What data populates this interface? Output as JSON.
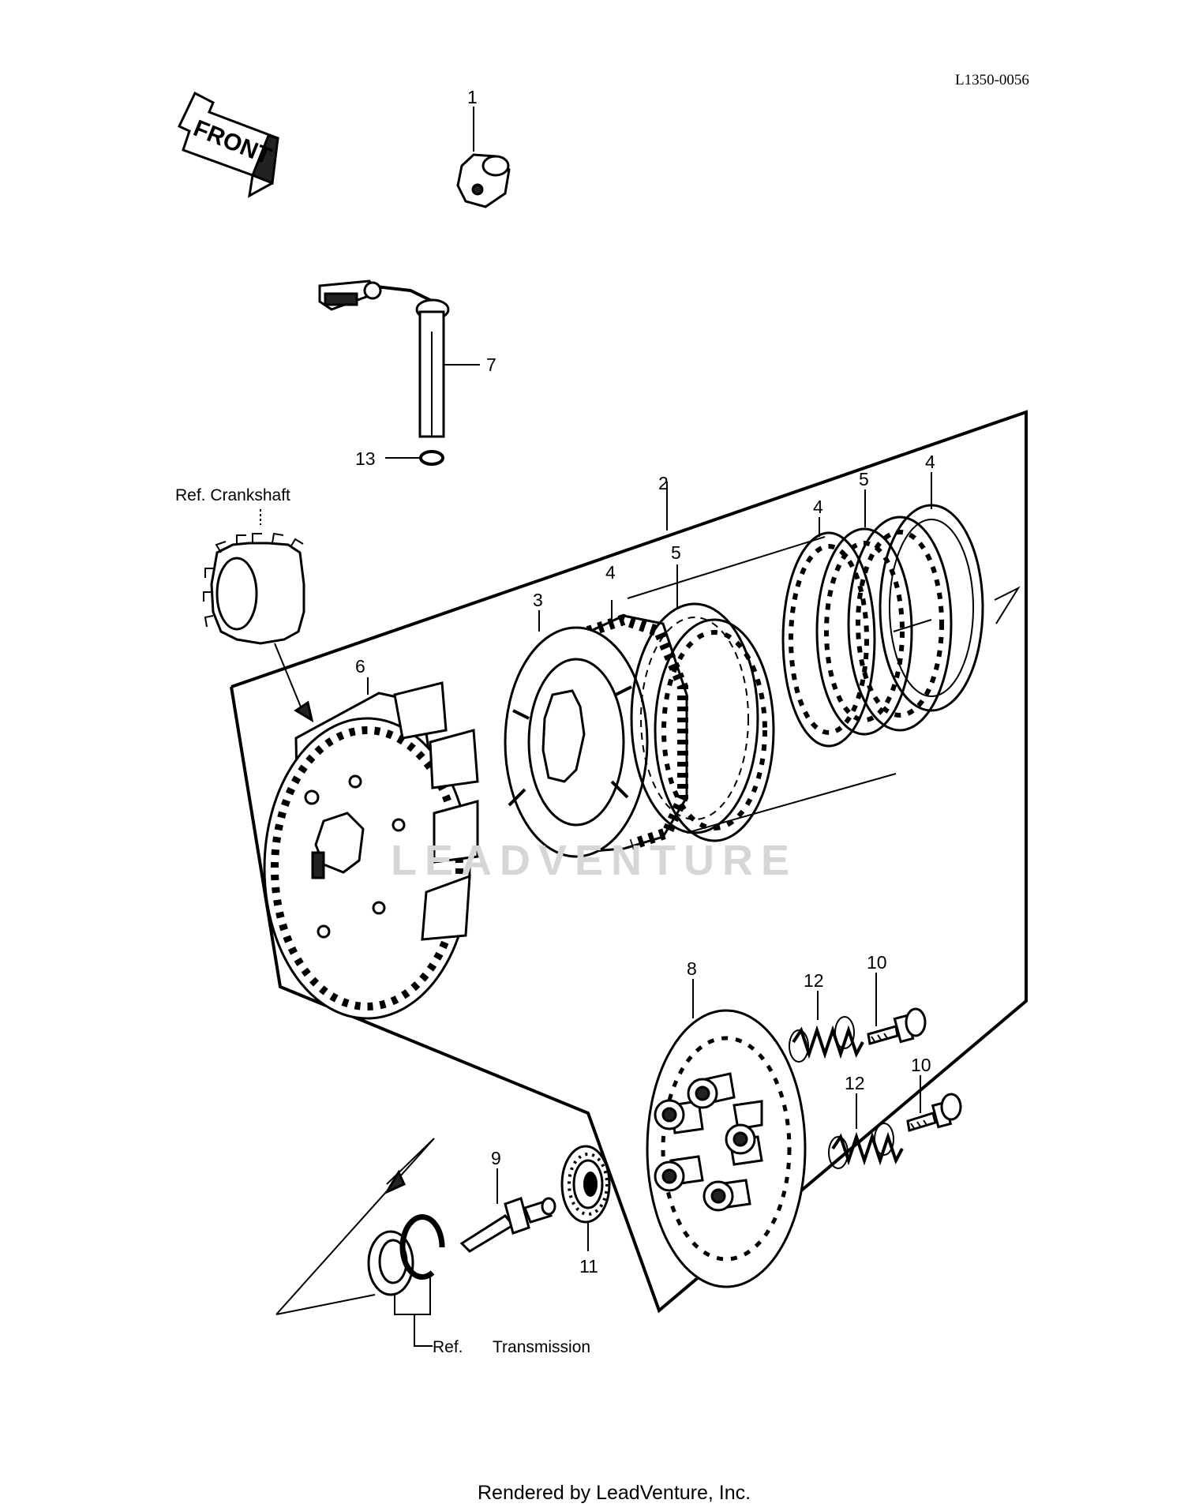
{
  "diagram_code": "L1350-0056",
  "front_label": "FRONT",
  "watermark": "LEADVENTURE",
  "footer": "Rendered by LeadVenture, Inc.",
  "references": {
    "crankshaft": "Ref. Crankshaft",
    "transmission_ref": "Ref.",
    "transmission": "Transmission"
  },
  "callouts": {
    "c1": "1",
    "c2": "2",
    "c3": "3",
    "c4a": "4",
    "c4b": "4",
    "c4c": "4",
    "c5a": "5",
    "c5b": "5",
    "c6": "6",
    "c7": "7",
    "c8": "8",
    "c9": "9",
    "c10a": "10",
    "c10b": "10",
    "c11": "11",
    "c12a": "12",
    "c12b": "12",
    "c13": "13"
  }
}
